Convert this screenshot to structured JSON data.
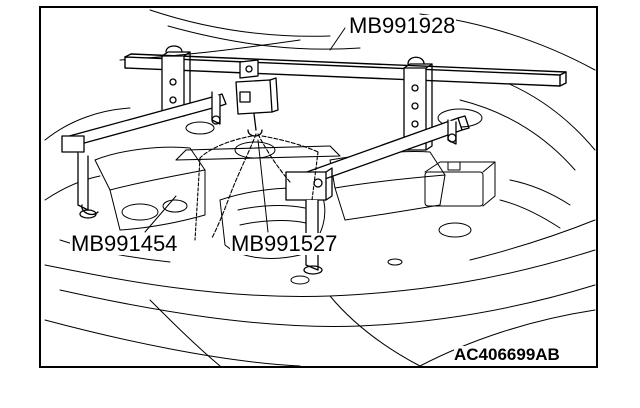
{
  "callouts": {
    "beam": "MB991928",
    "left_foot": "MB991454",
    "chain": "MB991527"
  },
  "figure_id": "AC406699AB",
  "colors": {
    "line": "#000000",
    "background": "#ffffff"
  }
}
